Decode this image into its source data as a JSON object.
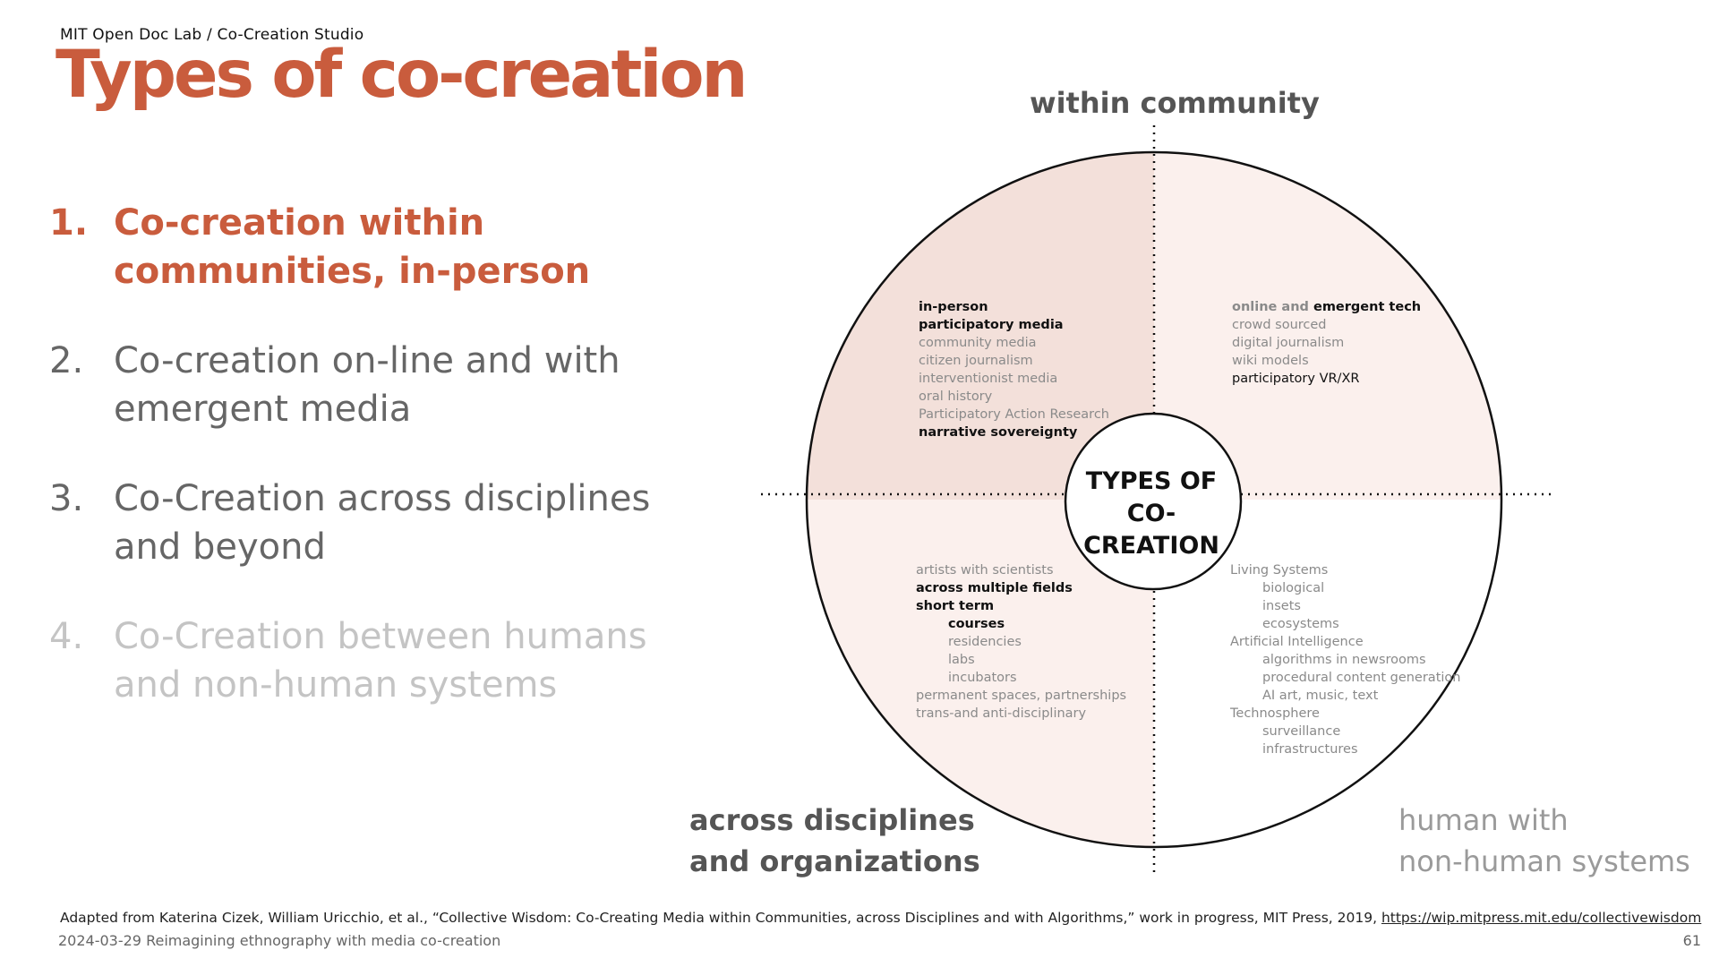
{
  "header": {
    "org": "MIT Open Doc Lab / Co-Creation Studio",
    "title": "Types of co-creation"
  },
  "points": [
    {
      "num": "1.",
      "text": "Co-creation within communities, in-person"
    },
    {
      "num": "2.",
      "text": "Co-creation on-line and with emergent media"
    },
    {
      "num": "3.",
      "text": "Co-Creation across disciplines and beyond"
    },
    {
      "num": "4.",
      "text": "Co-Creation between humans and non-human systems"
    }
  ],
  "diagram": {
    "axis_top": "within community",
    "axis_bottom_left": [
      "across disciplines",
      "and organizations"
    ],
    "axis_bottom_right": [
      "human with",
      "non-human systems"
    ],
    "center": [
      "TYPES OF",
      "CO-CREATION"
    ],
    "quadrant_tl": [
      "in-person",
      "participatory media",
      "community media",
      "citizen journalism",
      "interventionist media",
      "oral history",
      "Participatory Action Research",
      "narrative sovereignty"
    ],
    "quadrant_tr": {
      "heading_prefix": "online and",
      "heading_suffix": "emergent tech",
      "items": [
        "crowd sourced",
        "digital journalism",
        "wiki models",
        "participatory VR/XR"
      ]
    },
    "quadrant_bl": [
      "artists with scientists",
      "across multiple fields",
      "short term",
      "courses",
      "residencies",
      "labs",
      "incubators",
      "permanent spaces, partnerships",
      "trans-and anti-disciplinary"
    ],
    "quadrant_br": [
      "Living Systems",
      "biological",
      "insets",
      "ecosystems",
      "Artificial Intelligence",
      "algorithms in newsrooms",
      "procedural content generation",
      "AI art, music, text",
      "Technosphere",
      "surveillance",
      "infrastructures"
    ],
    "colors": {
      "quadrant_tl": "#f3e0da",
      "quadrant_other": "#fbf0ed",
      "quadrant_br": "#ffffff"
    }
  },
  "footer": {
    "citation": "Adapted from Katerina Cizek, William Uricchio, et al., “Collective Wisdom: Co-Creating Media within Communities, across Disciplines and with Algorithms,” work in progress, MIT Press, 2019,",
    "link": "https://wip.mitpress.mit.edu/collectivewisdom",
    "date_title": "2024-03-29 Reimagining ethnography with media co-creation",
    "page": "61"
  },
  "colors": {
    "accent": "#c95c3d",
    "muted": "#666666",
    "faded": "#c4c4c4"
  }
}
